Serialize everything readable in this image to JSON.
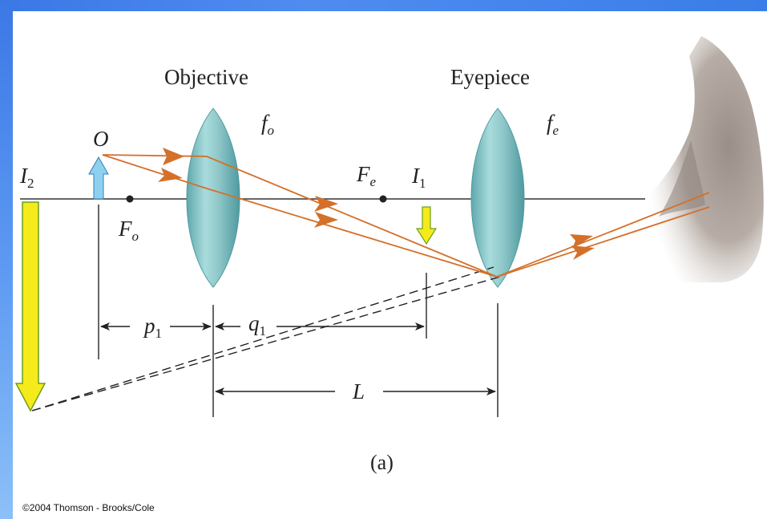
{
  "colors": {
    "frame": "#3b78e6",
    "ray": "#d4702a",
    "lens": "#8fc7c9",
    "image_arrow": "#f5ea1a",
    "object_arrow": "#8fd0f0",
    "line": "#333333"
  },
  "labels": {
    "objective": "Objective",
    "eyepiece": "Eyepiece",
    "f_o_main": "f",
    "f_o_sub": "o",
    "f_e_main": "f",
    "f_e_sub": "e",
    "object": "O",
    "I2_main": "I",
    "I2_sub": "2",
    "I1_main": "I",
    "I1_sub": "1",
    "Fo_main": "F",
    "Fo_sub": "o",
    "Fe_main": "F",
    "Fe_sub": "e",
    "p1_main": "p",
    "p1_sub": "1",
    "q1_main": "q",
    "q1_sub": "1",
    "L": "L",
    "caption": "(a)"
  },
  "copyright": "©2004 Thomson - Brooks/Cole"
}
